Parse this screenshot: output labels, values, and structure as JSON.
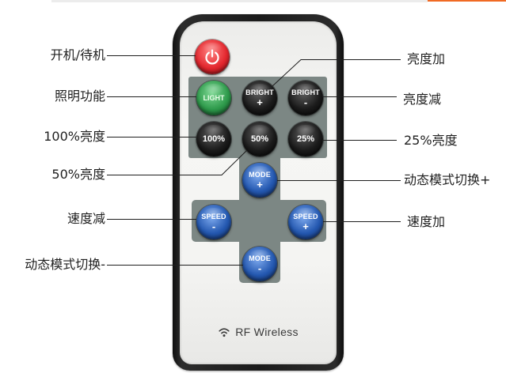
{
  "labels": {
    "power": "开机/待机",
    "light": "照明功能",
    "level_100": "100%亮度",
    "level_50": "50%亮度",
    "speed_down": "速度减",
    "mode_down": "动态模式切换-",
    "bright_up": "亮度加",
    "bright_down": "亮度减",
    "level_25": "25%亮度",
    "mode_up": "动态模式切换+",
    "speed_up": "速度加"
  },
  "remote": {
    "power": {
      "icon": "power-icon"
    },
    "keypad": {
      "light": {
        "label": "LIGHT"
      },
      "bright_up": {
        "label": "BRIGHT",
        "sign": "+"
      },
      "bright_down": {
        "label": "BRIGHT",
        "sign": "-"
      },
      "level_100": {
        "label": "100%"
      },
      "level_50": {
        "label": "50%"
      },
      "level_25": {
        "label": "25%"
      },
      "mode_up": {
        "label": "MODE",
        "sign": "+"
      },
      "speed_down": {
        "label": "SPEED",
        "sign": "-"
      },
      "speed_up": {
        "label": "SPEED",
        "sign": "+"
      },
      "mode_down": {
        "label": "MODE",
        "sign": "-"
      }
    },
    "brand": {
      "icon": "wifi-icon",
      "text": "RF Wireless"
    }
  },
  "colors": {
    "accent": "#f06a24",
    "power": "#e3272e",
    "light": "#2e9a4b",
    "dark": "#1b1b1b",
    "blue": "#2458b0",
    "panel": "#7c8784"
  }
}
